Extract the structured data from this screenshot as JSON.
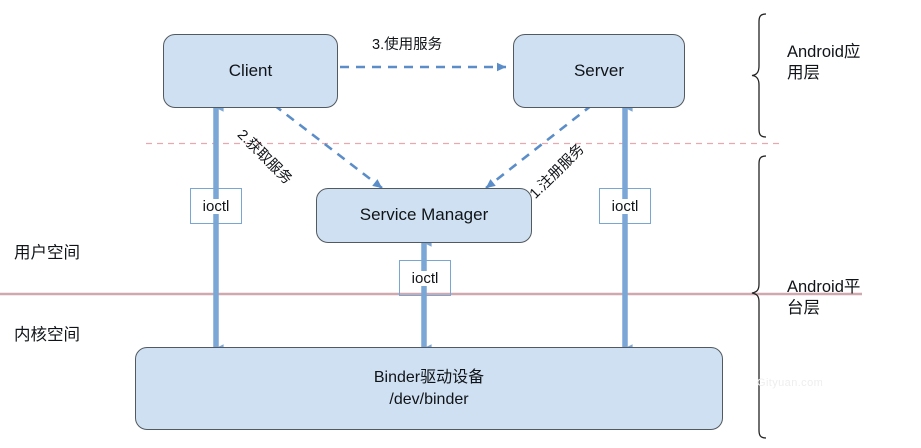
{
  "diagram": {
    "title_watermark": "Gityuan.com",
    "colors": {
      "node_fill": "#cfe0f2",
      "node_stroke": "#52595f",
      "solid_arrow": "#7ba7d7",
      "dashed_arrow": "#5b8dc8",
      "boundary_dashed": "#e8a9ae",
      "boundary_solid": "#cfa8b0",
      "ioctl_border": "#7aa6d2",
      "brace": "#222222"
    },
    "nodes": [
      {
        "id": "client",
        "label": "Client"
      },
      {
        "id": "server",
        "label": "Server"
      },
      {
        "id": "service_manager",
        "label": "Service Manager"
      },
      {
        "id": "binder_driver",
        "label_line1": "Binder驱动设备",
        "label_line2": "/dev/binder"
      }
    ],
    "ioctl_boxes": [
      {
        "id": "ioctl-client",
        "label": "ioctl"
      },
      {
        "id": "ioctl-service-manager",
        "label": "ioctl"
      },
      {
        "id": "ioctl-server",
        "label": "ioctl"
      }
    ],
    "edge_labels": [
      {
        "id": "register",
        "label": "1.注册服务"
      },
      {
        "id": "acquire",
        "label": "2.获取服务"
      },
      {
        "id": "use",
        "label": "3.使用服务"
      }
    ],
    "space_labels": [
      {
        "id": "user-space",
        "label": "用户空间"
      },
      {
        "id": "kernel-space",
        "label": "内核空间"
      }
    ],
    "brace_labels": [
      {
        "id": "android-app-layer",
        "line1": "Android应",
        "line2": "用层"
      },
      {
        "id": "android-platform-layer",
        "line1": "Android平",
        "line2": "台层"
      }
    ]
  }
}
